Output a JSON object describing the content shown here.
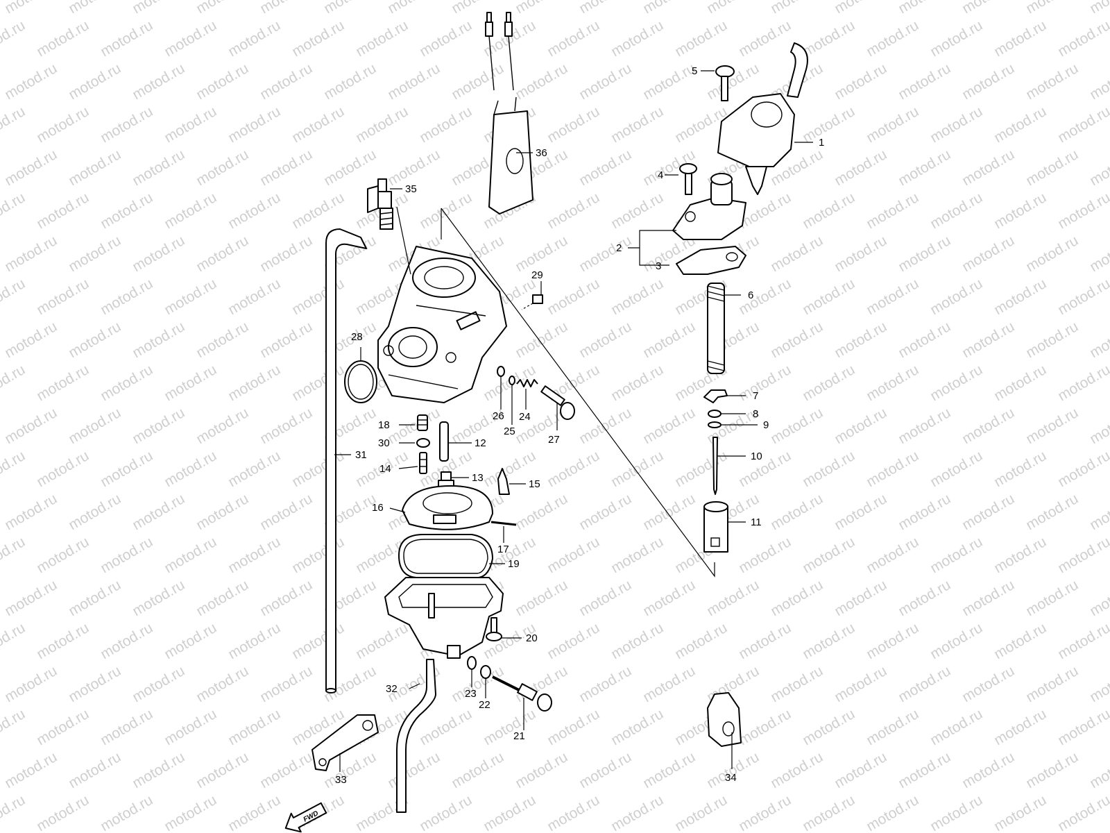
{
  "watermark": "motod.ru",
  "fwd_badge": "FWD",
  "labels": {
    "p1": "1",
    "p2": "2",
    "p3": "3",
    "p4": "4",
    "p5": "5",
    "p6": "6",
    "p7": "7",
    "p8": "8",
    "p9": "9",
    "p10": "10",
    "p11": "11",
    "p12": "12",
    "p13": "13",
    "p14": "14",
    "p15": "15",
    "p16": "16",
    "p17": "17",
    "p18": "18",
    "p19": "19",
    "p20": "20",
    "p21": "21",
    "p22": "22",
    "p23": "23",
    "p24": "24",
    "p25": "25",
    "p26": "26",
    "p27": "27",
    "p28": "28",
    "p29": "29",
    "p30": "30",
    "p31": "31",
    "p32": "32",
    "p33": "33",
    "p34": "34",
    "p35": "35",
    "p36": "36"
  }
}
